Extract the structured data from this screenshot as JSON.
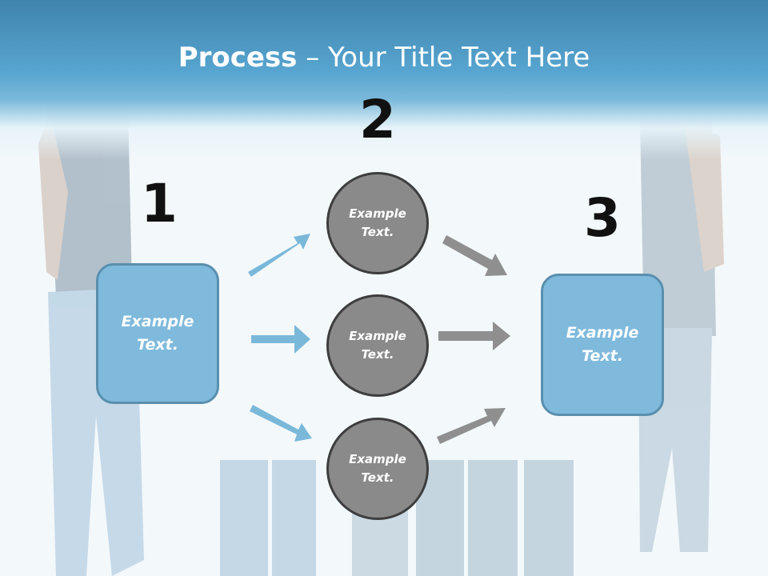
{
  "slide": {
    "title_bold": "Process",
    "title_rest": " – Your Title Text Here"
  },
  "steps": {
    "one": "1",
    "two": "2",
    "three": "3"
  },
  "left_box": {
    "line1": "Example",
    "line2": "Text."
  },
  "right_box": {
    "line1": "Example",
    "line2": "Text."
  },
  "circles": [
    {
      "line1": "Example",
      "line2": "Text."
    },
    {
      "line1": "Example",
      "line2": "Text."
    },
    {
      "line1": "Example",
      "line2": "Text."
    }
  ],
  "colors": {
    "banner_blue": "#57a5d0",
    "box_blue": "#7fbadc",
    "box_border": "#5a8fae",
    "circle_gray": "#8a8a8a",
    "circle_border": "#3d3d3d",
    "arrow_blue": "#7ab8da",
    "arrow_gray": "#8f8f8f"
  }
}
